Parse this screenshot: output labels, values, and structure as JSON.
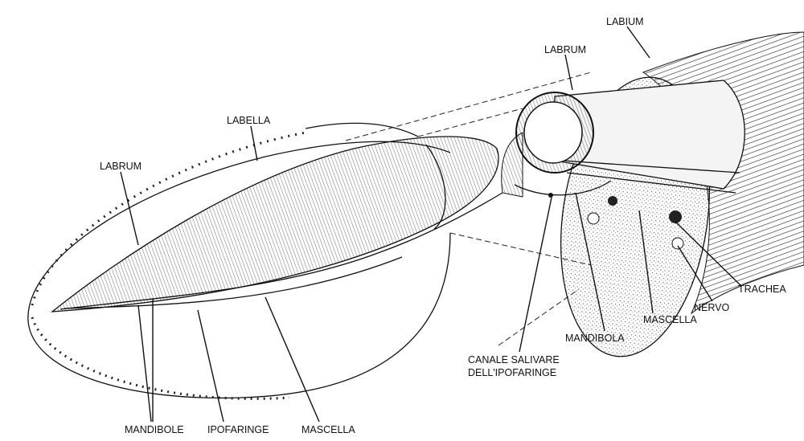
{
  "title": "Proboscide di zanzara – sezione",
  "labels": {
    "labium": "LABIUM",
    "labrum_top": "LABRUM",
    "labella": "LABELLA",
    "labrum_left": "LABRUM",
    "trachea": "TRACHEA",
    "nervo": "NERVO",
    "mascella_right": "MASCELLA",
    "mandibola": "MANDIBOLA",
    "canale_line1": "CANALE SALIVARE",
    "canale_line2": "DELL'IPOFARINGE",
    "mandibole": "MANDIBOLE",
    "ipofaringe": "IPOFARINGE",
    "mascella_bottom": "MASCELLA"
  }
}
